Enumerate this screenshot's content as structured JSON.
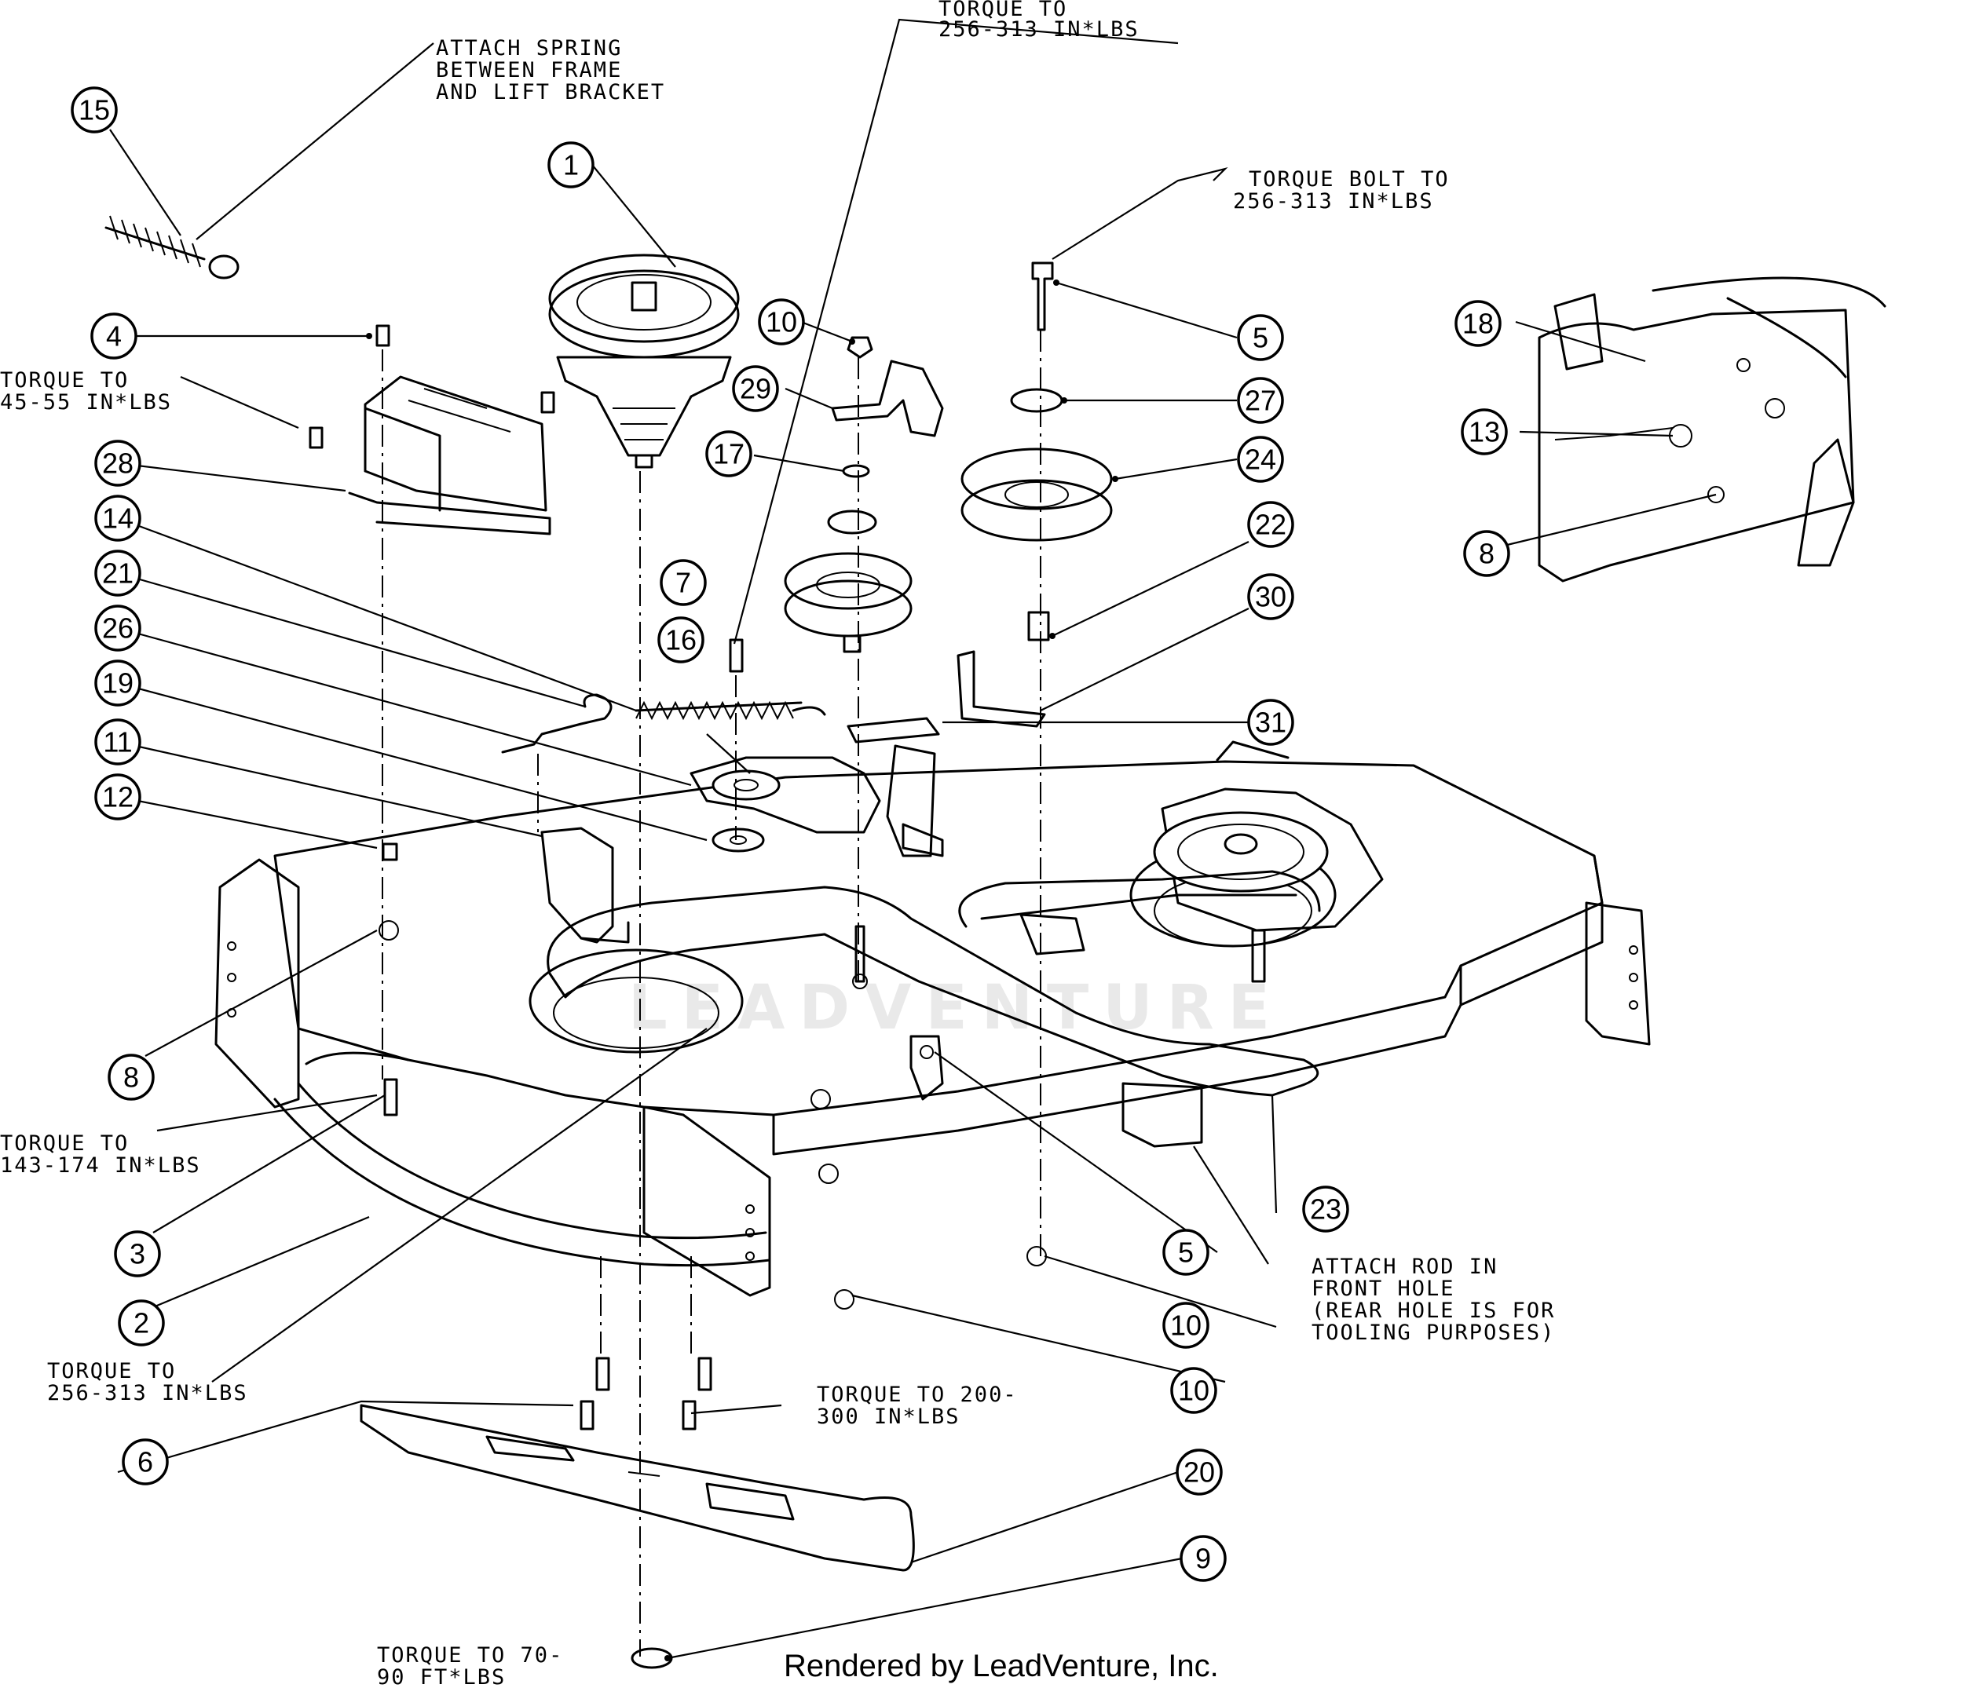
{
  "title": "",
  "credit": "Rendered by LeadVenture, Inc.",
  "watermark": "LEADVENTURE",
  "notes": {
    "spring": [
      "ATTACH SPRING",
      "BETWEEN FRAME",
      "AND LIFT BRACKET"
    ],
    "torque_top": [
      "TORQUE TO",
      "256-313 IN*LBS"
    ],
    "torque_bolt": [
      "TORQUE BOLT TO",
      "256-313 IN*LBS"
    ],
    "torque_45": [
      "TORQUE TO",
      "45-55 IN*LBS"
    ],
    "torque_143": [
      "TORQUE TO",
      "143-174 IN*LBS"
    ],
    "torque_256_bottom": [
      "TORQUE TO",
      "256-313 IN*LBS"
    ],
    "torque_200": [
      "TORQUE TO 200-",
      "300 IN*LBS"
    ],
    "torque_70": [
      "TORQUE TO 70-",
      "90 FT*LBS"
    ],
    "attach_rod": [
      "ATTACH ROD IN",
      "FRONT HOLE",
      "(REAR HOLE IS FOR",
      "TOOLING PURPOSES)"
    ]
  },
  "callouts": {
    "c15": "15",
    "c1": "1",
    "c4": "4",
    "c28": "28",
    "c14": "14",
    "c21": "21",
    "c26": "26",
    "c19": "19",
    "c11": "11",
    "c12": "12",
    "c8a": "8",
    "c3": "3",
    "c2": "2",
    "c6": "6",
    "c10a": "10",
    "c29": "29",
    "c17": "17",
    "c7": "7",
    "c16": "16",
    "c5a": "5",
    "c27": "27",
    "c24": "24",
    "c22": "22",
    "c30": "30",
    "c31": "31",
    "c18": "18",
    "c13": "13",
    "c8b": "8",
    "c23": "23",
    "c5b": "5",
    "c10b": "10",
    "c10c": "10",
    "c20": "20",
    "c9": "9"
  }
}
